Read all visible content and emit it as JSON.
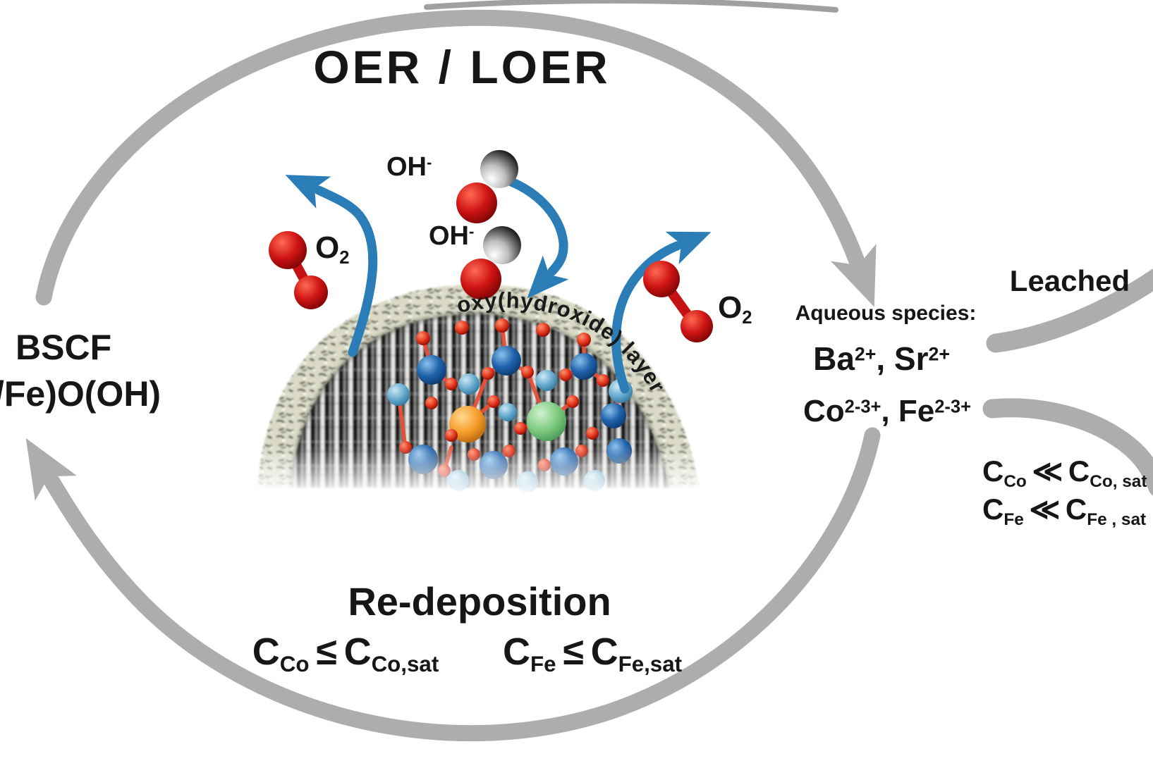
{
  "title": "OER / LOER",
  "left_material": {
    "line1": "BSCF",
    "line2": "/Fe)O(OH)"
  },
  "molecule_labels": {
    "oh1": {
      "base": "OH",
      "sup": "-"
    },
    "oh2": {
      "base": "OH",
      "sup": "-"
    },
    "o2_left": {
      "base": "O",
      "sub": "2"
    },
    "o2_right": {
      "base": "O",
      "sub": "2"
    }
  },
  "particle": {
    "layer_label": "oxy(hydroxide) layer"
  },
  "aqueous": {
    "header": "Aqueous species:",
    "line1": {
      "t1": "Ba",
      "s1": "2+",
      "t2": ", Sr",
      "s2": "2+"
    },
    "line2": {
      "t1": "Co",
      "s1": "2-3+",
      "t2": ", Fe",
      "s2": "2-3+"
    }
  },
  "leached": {
    "label": "Leached",
    "conditions": [
      {
        "lhs": "C",
        "lhs_sub": "Co",
        "op": "≪",
        "rhs": "C",
        "rhs_sub": "Co, sat"
      },
      {
        "lhs": "C",
        "lhs_sub": "Fe",
        "op": "≪",
        "rhs": "C",
        "rhs_sub": "Fe , sat"
      }
    ]
  },
  "redeposition": {
    "title": "Re-deposition",
    "conditions": [
      {
        "lhs": "C",
        "lhs_sub": "Co",
        "op": "≤",
        "rhs": "C",
        "rhs_sub": "Co,sat"
      },
      {
        "lhs": "C",
        "lhs_sub": "Fe",
        "op": "≤",
        "rhs": "C",
        "rhs_sub": "Fe,sat"
      }
    ]
  },
  "colors": {
    "cycle_gray": "#adadad",
    "arrow_blue": "#2b7db8",
    "oxygen_red": "#c41212",
    "text": "#161616"
  }
}
